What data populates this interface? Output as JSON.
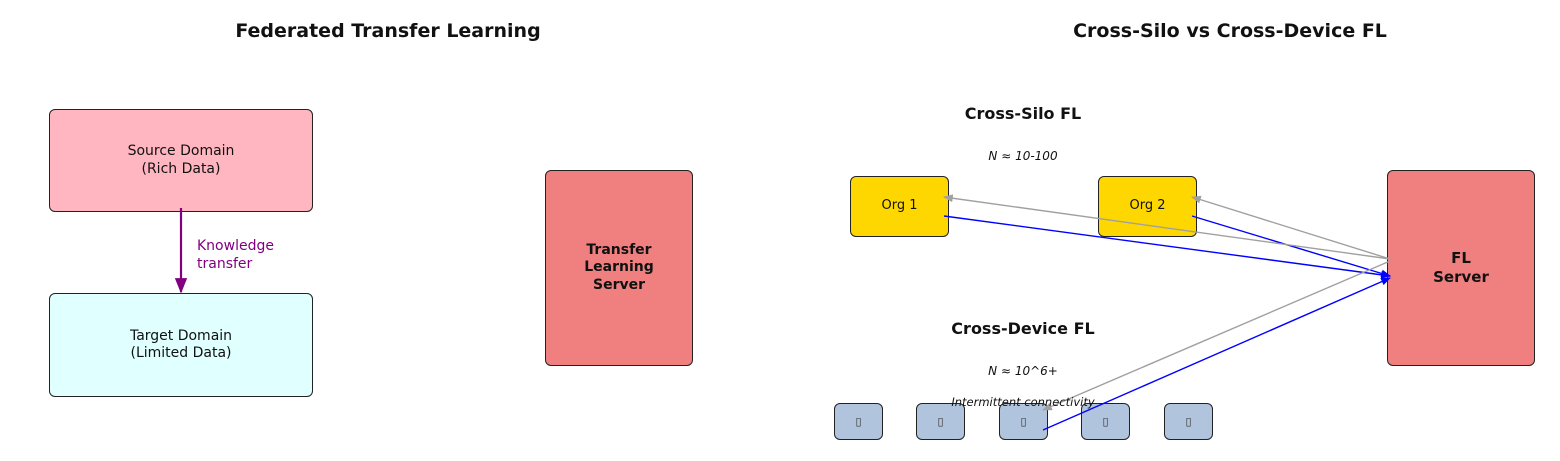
{
  "left_panel": {
    "title": "Federated Transfer Learning",
    "source_domain": "Source Domain\n(Rich Data)",
    "target_domain": "Target Domain\n(Limited Data)",
    "transfer_label": "Knowledge\ntransfer",
    "server": "Transfer\nLearning\nServer"
  },
  "right_panel": {
    "title": "Cross-Silo vs Cross-Device FL",
    "cross_silo": {
      "heading": "Cross-Silo FL",
      "count": "N ≈ 10-100",
      "orgs": [
        "Org 1",
        "Org 2"
      ]
    },
    "cross_device": {
      "heading": "Cross-Device FL",
      "count": "N ≈ 10^6+",
      "note": "Intermittent connectivity",
      "devices": [
        "▯",
        "▯",
        "▯",
        "▯",
        "▯"
      ]
    },
    "server": "FL\nServer"
  },
  "colors": {
    "source_fill": "#ffb6c1",
    "target_fill": "#e0ffff",
    "server_fill": "#f08080",
    "org_fill": "#ffd700",
    "device_fill": "#b0c4de",
    "transfer_arrow": "#800080",
    "upload_arrow": "#0000ff",
    "download_arrow": "#a0a0a0"
  }
}
